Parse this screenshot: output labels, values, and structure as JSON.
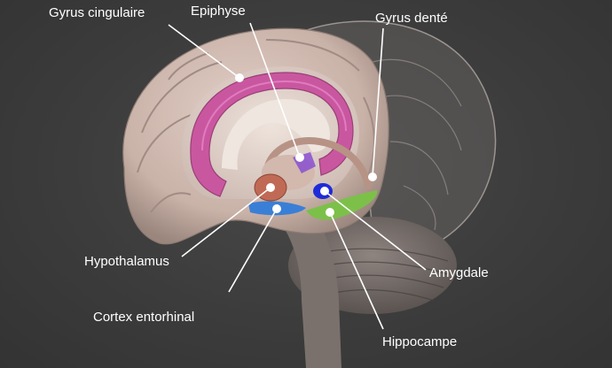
{
  "labels": {
    "gyrus_cingulaire": "Gyrus cingulaire",
    "epiphyse": "Epiphyse",
    "gyrus_dente": "Gyrus denté",
    "hypothalamus": "Hypothalamus",
    "cortex_entorhinal": "Cortex entorhinal",
    "amygdale": "Amygdale",
    "hippocampe": "Hippocampe"
  },
  "colors": {
    "background": "#3a3a3a",
    "cortex": "#cdb6ad",
    "cingulate": "#c9579f",
    "fornix": "#b79386",
    "hypothalamus": "#c06a55",
    "epiphyse": "#8a4fd0",
    "amygdale": "#1f2bd8",
    "entorhinal": "#3a7fd6",
    "hippocampe": "#7cc04a",
    "leader_line": "#ffffff"
  }
}
